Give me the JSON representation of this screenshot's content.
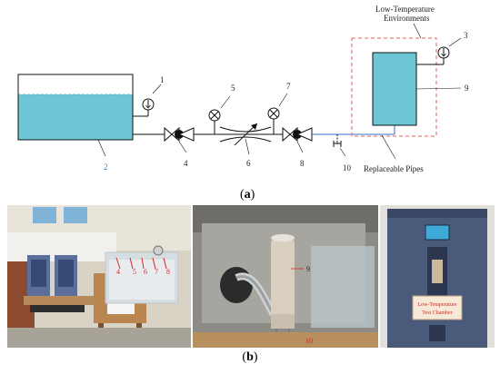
{
  "schematic": {
    "labels": {
      "n1": "1",
      "n2": "2",
      "n3": "3",
      "n4": "4",
      "n5": "5",
      "n6": "6",
      "n7": "7",
      "n8": "8",
      "n9": "9",
      "n10": "10"
    },
    "environment_label_line1": "Low-Temperature",
    "environment_label_line2": "Environments",
    "pipes_label": "Replaceable Pipes",
    "caption_letter": "a"
  },
  "photos": {
    "left_labels": [
      "4",
      "5",
      "6",
      "7",
      "8"
    ],
    "middle_label_9": "9",
    "middle_label_10": "10",
    "chamber_sign_line1": "Low-Temperature",
    "chamber_sign_line2": "Test Chamber",
    "caption_letter": "b"
  },
  "colors": {
    "water": "#6cc6d6",
    "dashed_box": "#e06060",
    "pipe_blue": "#3d6ec8",
    "sign_red": "#d62828"
  }
}
